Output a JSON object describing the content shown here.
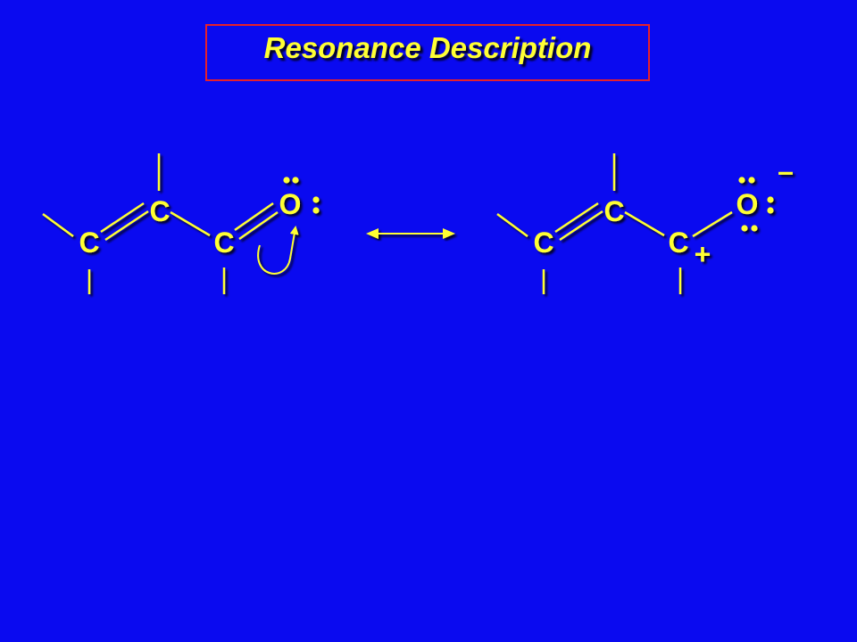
{
  "title": "Resonance Description",
  "colors": {
    "background": "#0a0af0",
    "title_border": "#e8202a",
    "text": "#ffff33",
    "bond": "#ffff33",
    "shadow": "#000000"
  },
  "left_structure": {
    "atoms": [
      "C",
      "C",
      "C",
      "O"
    ]
  },
  "right_structure": {
    "atoms": [
      "C",
      "C",
      "C",
      "O"
    ],
    "charges": [
      "+",
      "–"
    ]
  },
  "arrows": {
    "resonance": "double-headed-arrow",
    "electron_push": "curved-arrow"
  }
}
